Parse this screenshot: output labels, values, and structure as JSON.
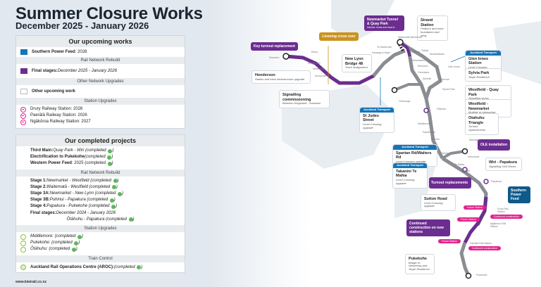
{
  "header": {
    "title": "Summer Closure Works",
    "subtitle": "December 2025 - January 2026"
  },
  "upcoming": {
    "heading": "Our upcoming works",
    "southern_power_feed": {
      "label": "Southern Power Feed",
      "value": ": 2028",
      "color": "#1675b8"
    },
    "rail_network_rebuild": "Rail Network Rebuild",
    "final_stages": {
      "label": "Final stages:",
      "value": " December 2025 - January 2026",
      "color": "#6b2d8f"
    },
    "other_network_upgrades": "Other Network Upgrades",
    "other_upcoming": "Other upcoming work",
    "station_upgrades": "Station Upgrades",
    "stations": [
      "Drury Railway Station: 2026",
      "Paerātā Railway Station: 2026",
      "Ngākōroa Railway Station: 2027"
    ]
  },
  "completed": {
    "heading": "Our completed projects",
    "top": [
      {
        "label": "Third Main:",
        "value": " Quay Park - Wiri (completed"
      },
      {
        "label": "Electrification to Pukekohe",
        "value": " (completed"
      },
      {
        "label": "Western Power Feed",
        "value": ": 2025 (completed"
      }
    ],
    "rail_network_rebuild": "Rail Network Rebuild",
    "stages": [
      {
        "label": "Stage 1:",
        "value": " Newmarket - Westfield (completed"
      },
      {
        "label": "Stage 2:",
        "value": " Waitematā - Westfield (completed"
      },
      {
        "label": "Stage 3A:",
        "value": " Newmarket - New Lynn (completed"
      },
      {
        "label": "Stage 3B:",
        "value": " Puhinui - Papakura (completed"
      },
      {
        "label": "Stage 4:",
        "value": " Papakura - Pukekohe (completed"
      },
      {
        "label": "Final stages:",
        "value": " December 2024 - January 2026"
      }
    ],
    "final_sub": "Ōtāhuhu - Papakura (completed",
    "station_upgrades": "Station Upgrades",
    "stations": [
      "Middlemore: (completed",
      "Pukekohe: (completed",
      "Ōtāhuhu: (completed"
    ],
    "train_control": "Train Control",
    "aroc": {
      "label": "Auckland Rail Operations Centre (AROC):",
      "value": " (completed"
    },
    "close_paren": ")"
  },
  "footer": {
    "url": "www.kiwirail.co.nz"
  },
  "map": {
    "callouts": {
      "key_turnout": "Key turnout replacement",
      "livening": "Livening cross over",
      "newmarket_tunnel": {
        "title": "Newmarket Tunnel & Quay Park",
        "desc": "Intense Xmas and lead in"
      },
      "strand": {
        "title": "Strand Station",
        "desc": "Platform and track foundation and relay"
      },
      "new_lynn": {
        "title": "New Lynn Bridge 48",
        "desc": "Track realignment"
      },
      "henderson": {
        "title": "Henderson",
        "desc": "Station and track infrastructure upgrade"
      },
      "signalling": {
        "title": "Signalling commissioning",
        "desc": "Between Kingsland - Swanson"
      },
      "st_judes": {
        "badge": "Auckland Transport",
        "title": "St Judes Street",
        "desc": "Level Crossing upgrade"
      },
      "glen_innes": {
        "badge": "Auckland Transport",
        "title": "Glen Innes Station",
        "desc": "Level Crossing upgrade"
      },
      "sylvia_park": {
        "title": "Sylvia Park",
        "desc": "Slope Resilience"
      },
      "westfield_quay": {
        "title": "Westfield - Quay Park",
        "desc": "Signalling works"
      },
      "westfield_newmarket": {
        "title": "Westfield - Newmarket",
        "desc": "Multiple re-sleepering"
      },
      "otahuhu_triangle": {
        "title": "Otahuhu Triangle",
        "desc": "Turnout replacements"
      },
      "ole": "OLE installation",
      "spartan": {
        "badge": "Auckland Transport",
        "title": "Spartan Rd/Walters Rd",
        "desc": "Level Crossing upgrade"
      },
      "takanini": {
        "badge": "Auckland Transport",
        "title": "Takanini Te Mahia",
        "desc": "Level Crossing upgrade"
      },
      "wiri": {
        "title": "Wiri - Papakura",
        "desc": "Signalling Civil Works"
      },
      "turnout_repl": "Turnout replacements",
      "southern_pf": "Southern Power Feed",
      "sutton": {
        "title": "Sutton Road",
        "desc": "Level Crossing upgrade"
      },
      "continued": "Continued construction on new stations",
      "pukekohe": {
        "title": "Pukekohe",
        "desc": "Bridge re-sleepering and Slope Resilience"
      }
    },
    "pills": {
      "future_station": "Future Station",
      "continued_construction": "Continued construction"
    },
    "stations": {
      "swanson": "Swanson",
      "ranui": "Ranui",
      "sturges": "Sturges Rd",
      "henderson": "Henderson",
      "sunnyvale": "Sunnyvale",
      "waitemata": "Waitematā (Britomart)",
      "te_waihorotiu": "Te Waihorotiu",
      "karanga": "Karanga-a-Hape",
      "parnell": "Parnell",
      "newmarket": "Newmarket",
      "orakei": "Ōrākei",
      "meadowbank": "Meadowbank",
      "glen_innes": "Glen Innes",
      "remuera": "Remuera",
      "greenlane": "Greenlane",
      "ellerslie": "Ellerslie",
      "penrose": "Penrose",
      "sylvia": "Sylvia Park",
      "onehunga": "Onehunga",
      "otahuhu": "Ōtāhuhu",
      "middlemore": "Middlemore",
      "papatoetoe": "Papatoetoe",
      "puhinui": "Puhinui",
      "manukau": "Manukau",
      "homai": "Homai",
      "manurewa": "Manurewa",
      "te_mahia": "Te Mahia",
      "takanini": "Takanini",
      "papakura": "Papakura",
      "drury": "Drury Rail Station",
      "ngakoroa": "Ngākōroa Rail Station",
      "paerata": "Paerātā Rail Station",
      "pukekohe": "Pukekohe"
    },
    "colors": {
      "purple": "#6b2d8f",
      "grey_line": "#8a8d92",
      "gold": "#c99320",
      "blue": "#1675b8",
      "pink": "#e0258f"
    }
  }
}
